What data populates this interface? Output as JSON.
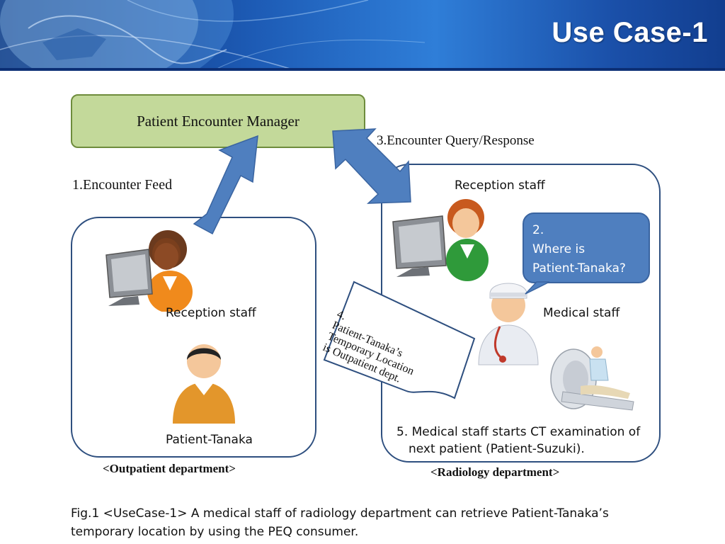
{
  "header": {
    "title": "Use Case-1"
  },
  "diagram": {
    "manager_label": "Patient Encounter Manager",
    "step1_label": "1.Encounter Feed",
    "step3_label": "3.Encounter Query/Response",
    "outpatient": {
      "reception_label": "Reception staff",
      "patient_label": "Patient-Tanaka",
      "dept_label": "<Outpatient department>"
    },
    "radiology": {
      "reception_label": "Reception staff",
      "medical_label": "Medical staff",
      "bubble_line1": "2.",
      "bubble_line2": "Where is",
      "bubble_line3": "Patient-Tanaka?",
      "step5_line1": "5. Medical staff starts CT examination of",
      "step5_line2": "next patient (Patient-Suzuki).",
      "dept_label": "<Radiology department>"
    },
    "note": {
      "line1": "4.",
      "line2": "Patient-Tanaka’s",
      "line3": "Temporary Location",
      "line4": "is Outpatient dept."
    }
  },
  "caption": {
    "line1": "Fig.1   <UseCase-1> A medical staff of radiology department can retrieve Patient-Tanaka’s",
    "line2": "temporary location by using the PEQ consumer."
  },
  "colors": {
    "manager_fill": "#c3d99a",
    "arrow_fill": "#4f7fbf",
    "box_border": "#2e4f7f",
    "bubble_fill": "#4f7fbf"
  }
}
